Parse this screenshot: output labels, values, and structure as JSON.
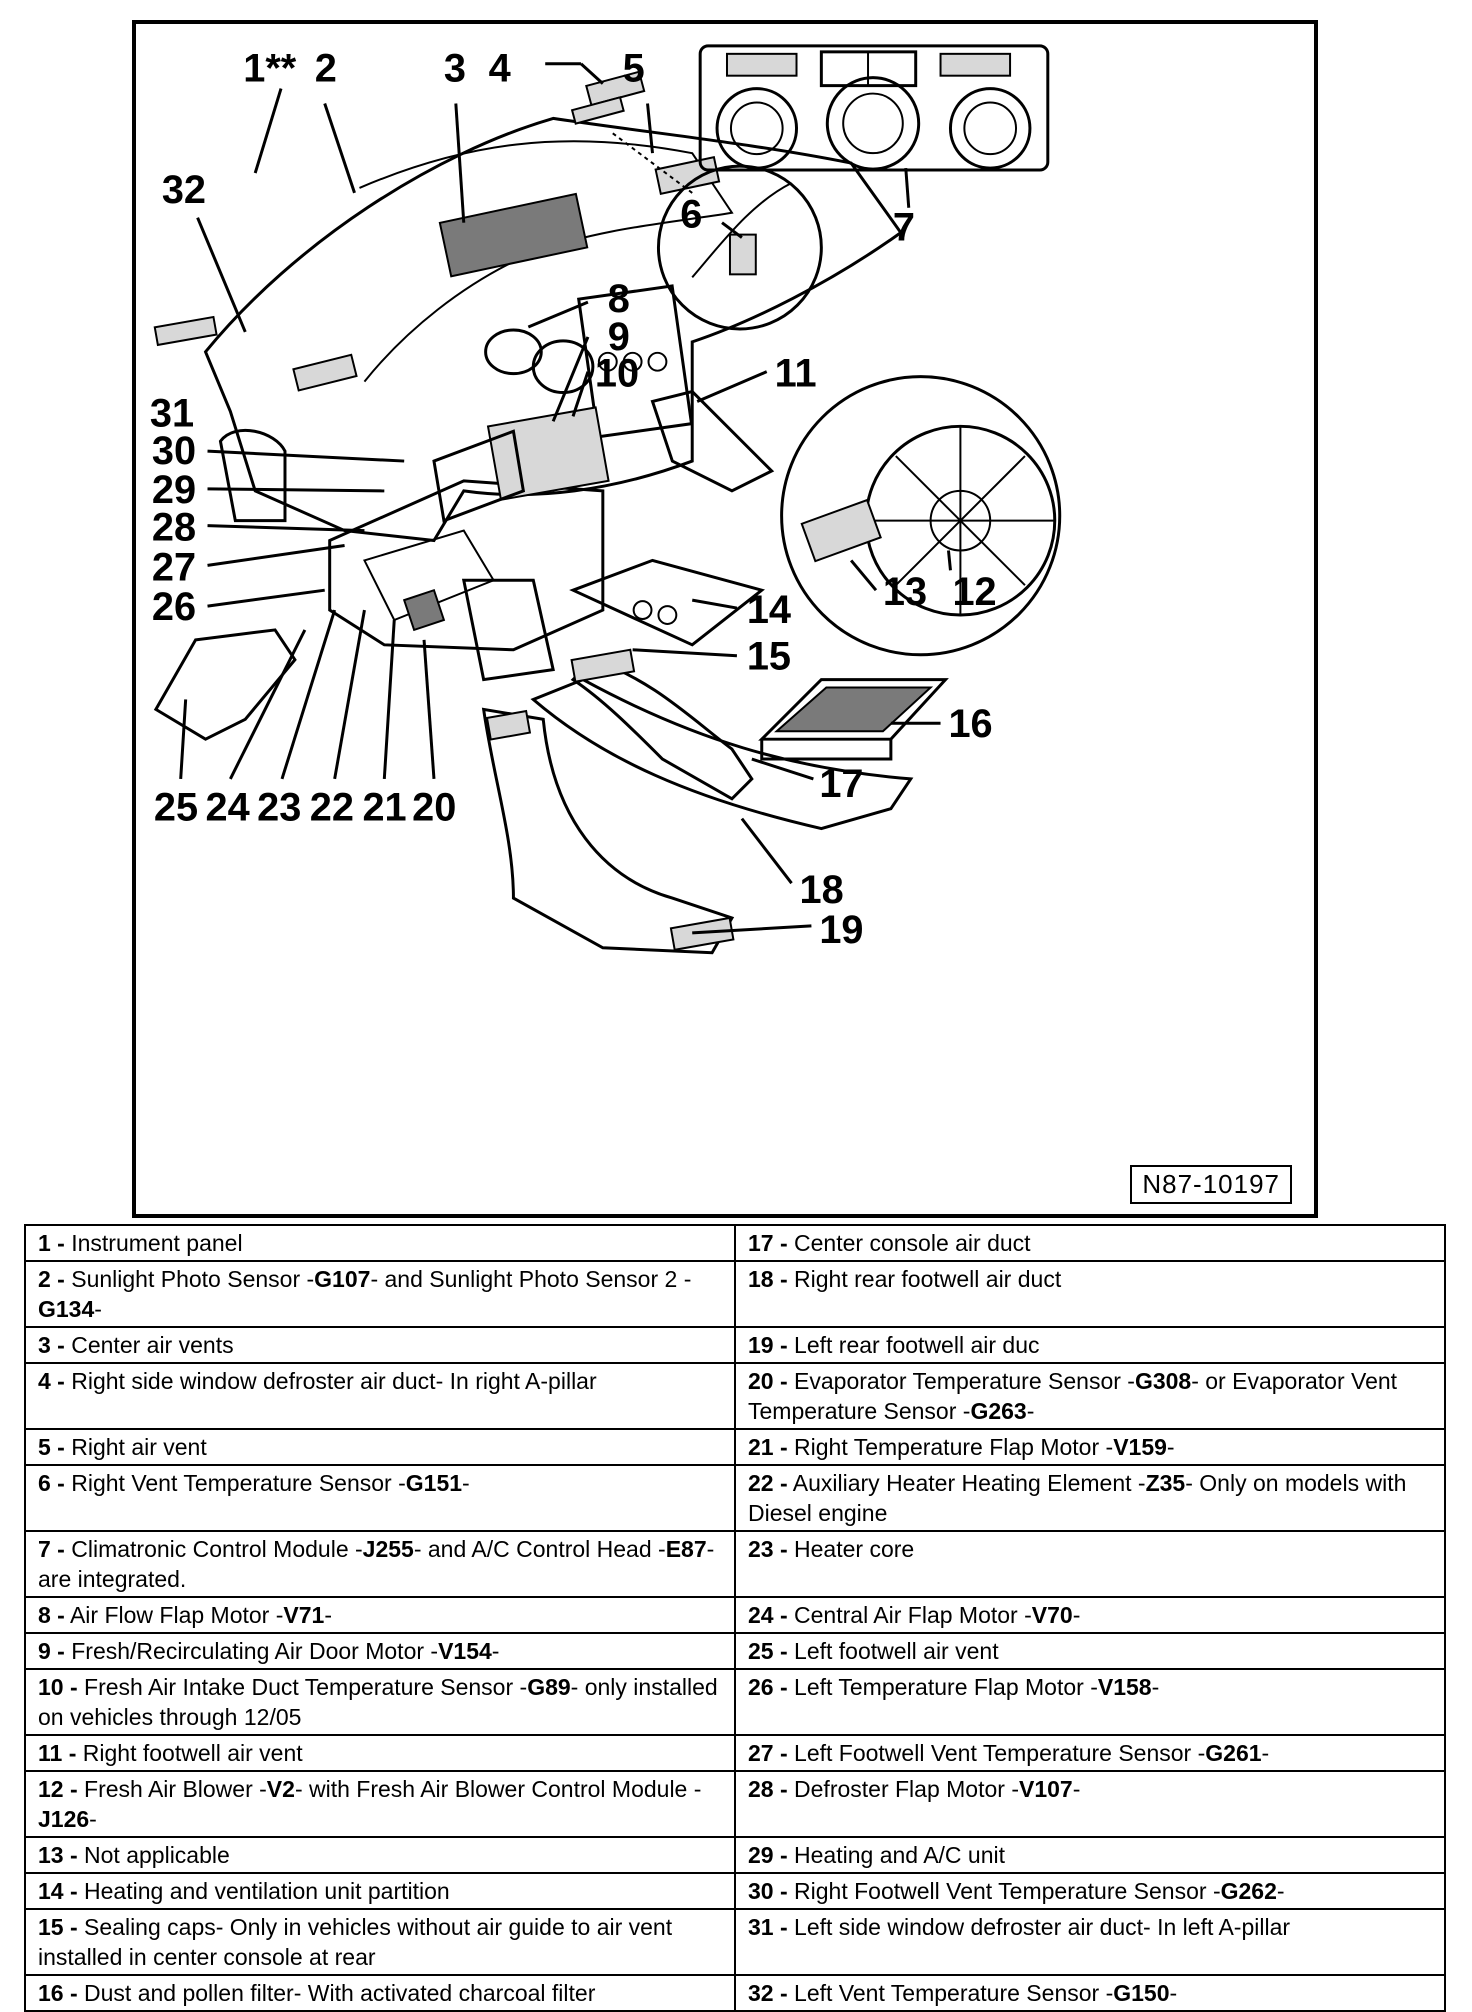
{
  "figure": {
    "id_label": "N87-10197",
    "callouts": [
      "1**",
      "2",
      "3",
      "4",
      "5",
      "6",
      "7",
      "8",
      "9",
      "10",
      "11",
      "12",
      "13",
      "14",
      "15",
      "16",
      "17",
      "18",
      "19",
      "20",
      "21",
      "22",
      "23",
      "24",
      "25",
      "26",
      "27",
      "28",
      "29",
      "30",
      "31",
      "32"
    ]
  },
  "legend": {
    "rows": [
      [
        {
          "num": "1 -",
          "parts": [
            {
              "t": "Instrument panel",
              "b": false
            }
          ]
        },
        {
          "num": "17 -",
          "parts": [
            {
              "t": "Center console air duct",
              "b": false
            }
          ]
        }
      ],
      [
        {
          "num": "2 -",
          "parts": [
            {
              "t": "Sunlight Photo Sensor -",
              "b": false
            },
            {
              "t": "G107",
              "b": true
            },
            {
              "t": "- and Sunlight Photo Sensor 2 -",
              "b": false
            },
            {
              "t": "G134",
              "b": true
            },
            {
              "t": "-",
              "b": false
            }
          ]
        },
        {
          "num": "18 -",
          "parts": [
            {
              "t": "Right rear footwell air duct",
              "b": false
            }
          ]
        }
      ],
      [
        {
          "num": "3 -",
          "parts": [
            {
              "t": "Center air vents",
              "b": false
            }
          ]
        },
        {
          "num": "19 -",
          "parts": [
            {
              "t": "Left rear footwell air duc",
              "b": false
            }
          ]
        }
      ],
      [
        {
          "num": "4 -",
          "parts": [
            {
              "t": "Right side window defroster air duct- In right A-pillar",
              "b": false
            }
          ]
        },
        {
          "num": "20 -",
          "parts": [
            {
              "t": "Evaporator Temperature Sensor -",
              "b": false
            },
            {
              "t": "G308",
              "b": true
            },
            {
              "t": "- or Evaporator Vent Temperature Sensor -",
              "b": false
            },
            {
              "t": "G263",
              "b": true
            },
            {
              "t": "-",
              "b": false
            }
          ]
        }
      ],
      [
        {
          "num": "5 -",
          "parts": [
            {
              "t": "Right air vent",
              "b": false
            }
          ]
        },
        {
          "num": "21 -",
          "parts": [
            {
              "t": "Right Temperature Flap Motor -",
              "b": false
            },
            {
              "t": "V159",
              "b": true
            },
            {
              "t": "-",
              "b": false
            }
          ]
        }
      ],
      [
        {
          "num": "6 -",
          "parts": [
            {
              "t": "Right Vent Temperature Sensor -",
              "b": false
            },
            {
              "t": "G151",
              "b": true
            },
            {
              "t": "-",
              "b": false
            }
          ]
        },
        {
          "num": "22 -",
          "parts": [
            {
              "t": "Auxiliary Heater Heating Element -",
              "b": false
            },
            {
              "t": "Z35",
              "b": true
            },
            {
              "t": "-  Only on models with Diesel engine",
              "b": false
            }
          ]
        }
      ],
      [
        {
          "num": "7 -",
          "parts": [
            {
              "t": "Climatronic Control Module -",
              "b": false
            },
            {
              "t": "J255",
              "b": true
            },
            {
              "t": "- and A/C Control Head -",
              "b": false
            },
            {
              "t": "E87",
              "b": true
            },
            {
              "t": "- are integrated.",
              "b": false
            }
          ]
        },
        {
          "num": "23 -",
          "parts": [
            {
              "t": "Heater core",
              "b": false
            }
          ]
        }
      ],
      [
        {
          "num": "8 -",
          "parts": [
            {
              "t": "Air Flow Flap Motor -",
              "b": false
            },
            {
              "t": "V71",
              "b": true
            },
            {
              "t": "-",
              "b": false
            }
          ]
        },
        {
          "num": "24 -",
          "parts": [
            {
              "t": "Central Air Flap Motor -",
              "b": false
            },
            {
              "t": "V70",
              "b": true
            },
            {
              "t": "-",
              "b": false
            }
          ]
        }
      ],
      [
        {
          "num": "9 -",
          "parts": [
            {
              "t": "Fresh/Recirculating Air Door Motor -",
              "b": false
            },
            {
              "t": "V154",
              "b": true
            },
            {
              "t": "-",
              "b": false
            }
          ]
        },
        {
          "num": "25 -",
          "parts": [
            {
              "t": "Left footwell air vent",
              "b": false
            }
          ]
        }
      ],
      [
        {
          "num": "10 -",
          "parts": [
            {
              "t": "Fresh Air Intake Duct Temperature Sensor -",
              "b": false
            },
            {
              "t": "G89",
              "b": true
            },
            {
              "t": "- only installed on vehicles through 12/05",
              "b": false
            }
          ]
        },
        {
          "num": "26 -",
          "parts": [
            {
              "t": "Left Temperature Flap Motor -",
              "b": false
            },
            {
              "t": "V158",
              "b": true
            },
            {
              "t": "-",
              "b": false
            }
          ]
        }
      ],
      [
        {
          "num": "11 -",
          "parts": [
            {
              "t": "Right footwell air vent",
              "b": false
            }
          ]
        },
        {
          "num": "27 -",
          "parts": [
            {
              "t": "Left Footwell Vent Temperature Sensor -",
              "b": false
            },
            {
              "t": "G261",
              "b": true
            },
            {
              "t": "-",
              "b": false
            }
          ]
        }
      ],
      [
        {
          "num": "12 -",
          "parts": [
            {
              "t": "Fresh Air Blower -",
              "b": false
            },
            {
              "t": "V2",
              "b": true
            },
            {
              "t": "- with Fresh Air Blower Control Module -",
              "b": false
            },
            {
              "t": "J126",
              "b": true
            },
            {
              "t": "-",
              "b": false
            }
          ]
        },
        {
          "num": "28 -",
          "parts": [
            {
              "t": "Defroster Flap Motor -",
              "b": false
            },
            {
              "t": "V107",
              "b": true
            },
            {
              "t": "-",
              "b": false
            }
          ]
        }
      ],
      [
        {
          "num": "13 -",
          "parts": [
            {
              "t": "Not applicable",
              "b": false
            }
          ]
        },
        {
          "num": "29 -",
          "parts": [
            {
              "t": "Heating and A/C unit",
              "b": false
            }
          ]
        }
      ],
      [
        {
          "num": "14 -",
          "parts": [
            {
              "t": "Heating and ventilation unit partition",
              "b": false
            }
          ]
        },
        {
          "num": "30 -",
          "parts": [
            {
              "t": "Right Footwell Vent Temperature Sensor -",
              "b": false
            },
            {
              "t": "G262",
              "b": true
            },
            {
              "t": "-",
              "b": false
            }
          ]
        }
      ],
      [
        {
          "num": "15 -",
          "parts": [
            {
              "t": "Sealing caps- Only in vehicles without air guide to air vent installed in center console at rear",
              "b": false
            }
          ]
        },
        {
          "num": "31 -",
          "parts": [
            {
              "t": "Left side window defroster air duct- In left A-pillar",
              "b": false
            }
          ]
        }
      ],
      [
        {
          "num": "16 -",
          "parts": [
            {
              "t": "Dust and pollen filter- With activated charcoal filter",
              "b": false
            }
          ]
        },
        {
          "num": "32 -",
          "parts": [
            {
              "t": "Left Vent Temperature Sensor -",
              "b": false
            },
            {
              "t": "G150",
              "b": true
            },
            {
              "t": "-",
              "b": false
            }
          ]
        }
      ]
    ]
  }
}
